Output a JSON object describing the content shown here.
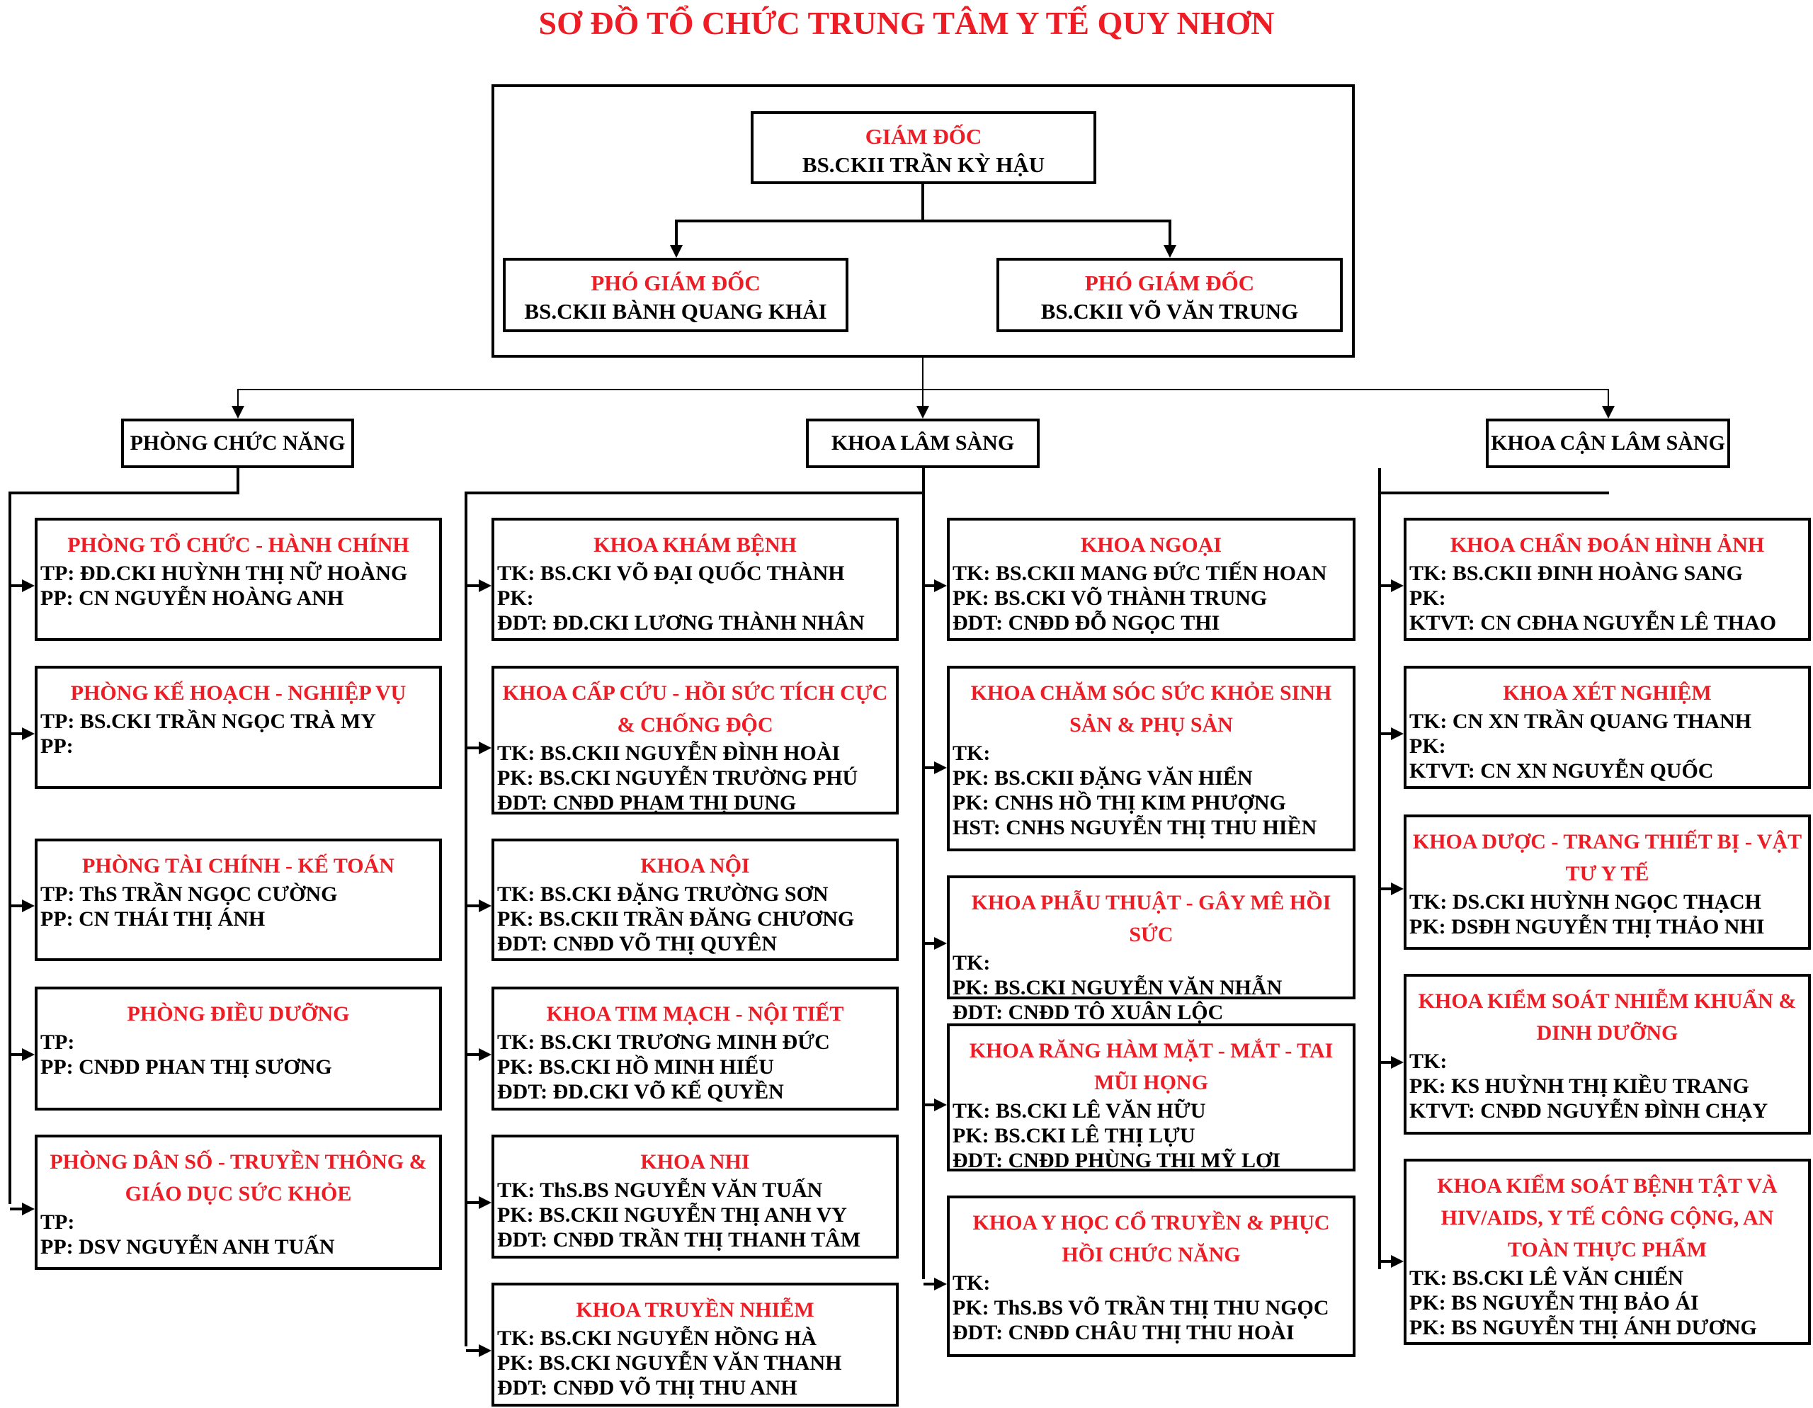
{
  "title": "SƠ ĐỒ TỔ CHỨC TRUNG TÂM Y TẾ QUY NHƠN",
  "leadership": {
    "director": {
      "role": "GIÁM ĐỐC",
      "name": "BS.CKII TRẦN KỲ HẬU"
    },
    "deputy_left": {
      "role": "PHÓ GIÁM ĐỐC",
      "name": "BS.CKII BÀNH QUANG KHẢI"
    },
    "deputy_right": {
      "role": "PHÓ GIÁM ĐỐC",
      "name": "BS.CKII VÕ VĂN TRUNG"
    }
  },
  "categories": [
    "PHÒNG CHỨC NĂNG",
    "KHOA LÂM SÀNG",
    "KHOA CẬN LÂM SÀNG"
  ],
  "columns": [
    [
      {
        "header": "PHÒNG TỔ CHỨC - HÀNH CHÍNH",
        "lines": [
          "TP: ĐD.CKI HUỲNH THỊ NỮ HOÀNG",
          "PP: CN NGUYỄN HOÀNG ANH"
        ]
      },
      {
        "header": "PHÒNG KẾ HOẠCH - NGHIỆP VỤ",
        "lines": [
          "TP: BS.CKI TRẦN NGỌC TRÀ MY",
          "PP:"
        ]
      },
      {
        "header": "PHÒNG TÀI CHÍNH - KẾ TOÁN",
        "lines": [
          "TP: ThS TRẦN NGỌC CƯỜNG",
          "PP: CN THÁI THỊ ÁNH"
        ]
      },
      {
        "header": "PHÒNG ĐIỀU DƯỠNG",
        "lines": [
          "TP:",
          "PP: CNĐD PHAN THỊ SƯƠNG"
        ]
      },
      {
        "header": "PHÒNG DÂN SỐ - TRUYỀN THÔNG & GIÁO DỤC SỨC KHỎE",
        "lines": [
          "TP:",
          "PP: DSV NGUYỄN ANH TUẤN"
        ]
      }
    ],
    [
      {
        "header": "KHOA KHÁM BỆNH",
        "lines": [
          "TK: BS.CKI VÕ ĐẠI QUỐC THÀNH",
          "PK:",
          "ĐDT: ĐD.CKI LƯƠNG THÀNH NHÂN"
        ]
      },
      {
        "header": "KHOA CẤP CỨU - HỒI SỨC TÍCH CỰC & CHỐNG ĐỘC",
        "lines": [
          "TK: BS.CKII NGUYỄN ĐÌNH HOÀI",
          "PK: BS.CKI NGUYỄN TRƯỜNG PHÚ",
          "ĐDT: CNĐD PHẠM THỊ DUNG"
        ]
      },
      {
        "header": "KHOA NỘI",
        "lines": [
          "TK: BS.CKI ĐẶNG TRƯỜNG SƠN",
          "PK: BS.CKII TRẦN ĐĂNG CHƯƠNG",
          "ĐDT: CNĐD VÕ THỊ QUYÊN"
        ]
      },
      {
        "header": "KHOA TIM MẠCH - NỘI TIẾT",
        "lines": [
          "TK: BS.CKI TRƯƠNG MINH ĐỨC",
          "PK: BS.CKI HỒ MINH HIẾU",
          "ĐDT: ĐD.CKI VÕ KẾ QUYỀN"
        ]
      },
      {
        "header": "KHOA NHI",
        "lines": [
          "TK: ThS.BS NGUYỄN VĂN TUẤN",
          "PK: BS.CKII NGUYỄN THỊ ANH VY",
          "ĐDT: CNĐD TRẦN THỊ THANH TÂM"
        ]
      },
      {
        "header": "KHOA TRUYỀN NHIỄM",
        "lines": [
          "TK: BS.CKI NGUYỄN HỒNG HÀ",
          "PK: BS.CKI NGUYỄN VĂN THANH",
          "ĐDT: CNĐD VÕ THỊ THU ANH"
        ]
      }
    ],
    [
      {
        "header": "KHOA NGOẠI",
        "lines": [
          "TK: BS.CKII MANG ĐỨC TIẾN HOAN",
          "PK: BS.CKI VÕ THÀNH TRUNG",
          "ĐDT: CNĐD ĐỖ NGỌC THI"
        ]
      },
      {
        "header": "KHOA CHĂM SÓC SỨC KHỎE SINH SẢN & PHỤ SẢN",
        "lines": [
          "TK:",
          "PK: BS.CKII ĐẶNG VĂN HIỂN",
          "PK: CNHS HỒ THỊ KIM PHƯỢNG",
          "HST: CNHS NGUYỄN THỊ THU HIỀN"
        ]
      },
      {
        "header": "KHOA PHẪU THUẬT - GÂY MÊ HỒI SỨC",
        "lines": [
          "TK:",
          "PK: BS.CKI NGUYỄN VĂN NHẪN",
          "ĐDT: CNĐD TÔ XUÂN LỘC"
        ]
      },
      {
        "header": "KHOA RĂNG HÀM MẶT - MẮT - TAI MŨI HỌNG",
        "lines": [
          "TK: BS.CKI LÊ VĂN HỮU",
          "PK: BS.CKI LÊ THỊ LỰU",
          "ĐDT: CNĐD PHÙNG THỊ MỸ LỢI"
        ]
      },
      {
        "header": "KHOA Y HỌC CỔ TRUYỀN & PHỤC HỒI CHỨC NĂNG",
        "lines": [
          "TK:",
          "PK: ThS.BS VÕ TRẦN THỊ THU NGỌC",
          "ĐDT: CNĐD CHÂU THỊ THU HOÀI"
        ]
      }
    ],
    [
      {
        "header": "KHOA CHẨN ĐOÁN HÌNH ẢNH",
        "lines": [
          "TK: BS.CKII ĐINH HOÀNG SANG",
          "PK:",
          "KTVT: CN CĐHA NGUYỄN LÊ THAO"
        ]
      },
      {
        "header": "KHOA XÉT NGHIỆM",
        "lines": [
          "TK: CN XN TRẦN QUANG THANH",
          "PK:",
          "KTVT: CN XN NGUYỄN QUỐC"
        ]
      },
      {
        "header": "KHOA DƯỢC - TRANG THIẾT BỊ - VẬT TƯ Y TẾ",
        "lines": [
          "TK: DS.CKI HUỲNH NGỌC THẠCH",
          "PK: DSĐH NGUYỄN THỊ THẢO NHI"
        ]
      },
      {
        "header": "KHOA KIỂM SOÁT NHIỄM KHUẨN & DINH DƯỠNG",
        "lines": [
          "TK:",
          "PK: KS HUỲNH THỊ KIỀU TRANG",
          "KTVT: CNĐD NGUYỄN ĐÌNH CHẠY"
        ]
      },
      {
        "header": "KHOA KIỂM SOÁT BỆNH TẬT VÀ HIV/AIDS, Y TẾ CÔNG CỘNG, AN TOÀN THỰC PHẨM",
        "lines": [
          "TK: BS.CKI LÊ VĂN CHIẾN",
          "PK: BS NGUYỄN THỊ BẢO ÁI",
          "PK: BS NGUYỄN THỊ ÁNH DƯƠNG"
        ]
      }
    ]
  ]
}
